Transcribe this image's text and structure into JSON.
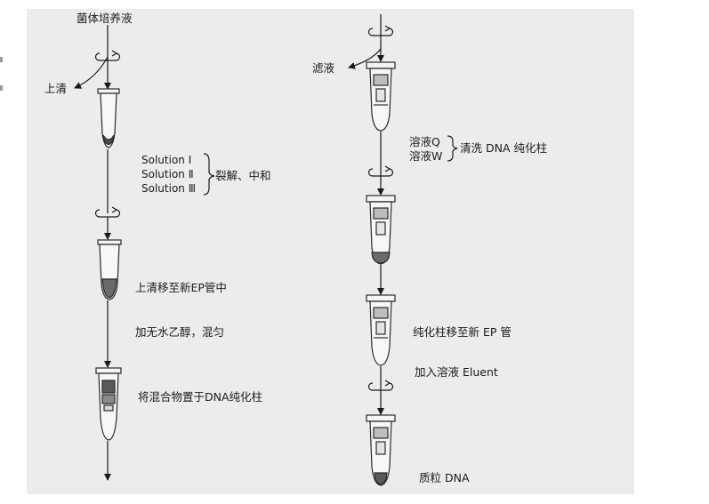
{
  "left_column": {
    "top_label": "菌体培养液",
    "supernatant_label": "上清",
    "solutions": [
      "Solution Ⅰ",
      "Solution Ⅱ",
      "Solution Ⅲ"
    ],
    "solution_step": "裂解、中和",
    "step_transfer": "上清移至新EP管中",
    "step_ethanol": "加无水乙醇，混匀",
    "step_column": "将混合物置于DNA纯化柱"
  },
  "right_column": {
    "filtrate_label": "滤液",
    "wash_solutions": [
      "溶液Q",
      "溶液W"
    ],
    "wash_step": "清洗 DNA 纯化柱",
    "step_move": "纯化柱移至新 EP 管",
    "step_eluent": "加入溶液 Eluent",
    "product": "质粒 DNA"
  }
}
